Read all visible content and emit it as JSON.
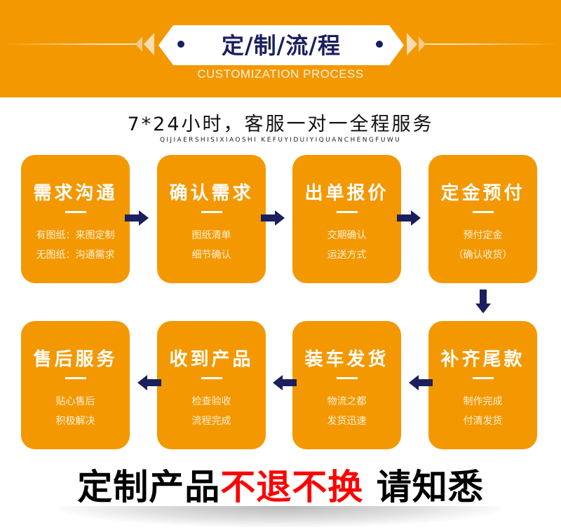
{
  "header": {
    "title": "定/制/流/程",
    "subtitle": "CUSTOMIZATION PROCESS"
  },
  "service": {
    "line": "7*24小时，客服一对一全程服务",
    "pinyin": "QIJIAERSHISIXIAOSHI KEFUYIDUIYIQUANCHENGFUWU"
  },
  "steps": [
    {
      "title": "需求沟通",
      "desc1": "有图纸：来图定制",
      "desc2": "无图纸：沟通需求"
    },
    {
      "title": "确认需求",
      "desc1": "图纸清单",
      "desc2": "细节确认"
    },
    {
      "title": "出单报价",
      "desc1": "交期确认",
      "desc2": "运送方式"
    },
    {
      "title": "定金预付",
      "desc1": "预付定金",
      "desc2": "（确认收货）"
    },
    {
      "title": "补齐尾款",
      "desc1": "制作完成",
      "desc2": "付清发货"
    },
    {
      "title": "装车发货",
      "desc1": "物流之都",
      "desc2": "发货迅速"
    },
    {
      "title": "收到产品",
      "desc1": "检查验收",
      "desc2": "流程完成"
    },
    {
      "title": "售后服务",
      "desc1": "贴心售后",
      "desc2": "积极解决"
    }
  ],
  "notice": {
    "part1": "定制产品",
    "part2": "不退不换",
    "part3": " 请知悉"
  },
  "colors": {
    "orange": "#F39800",
    "navy": "#1B1F5E",
    "red": "#FF0000",
    "black": "#000000"
  }
}
